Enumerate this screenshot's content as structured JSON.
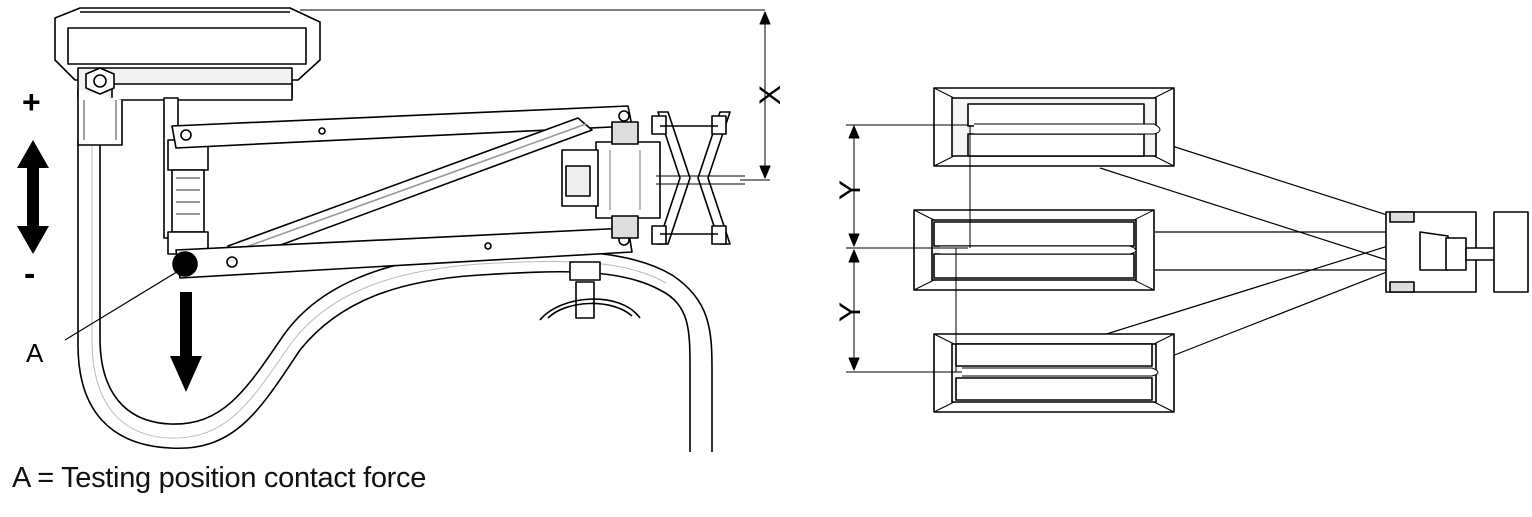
{
  "labels": {
    "plus": "+",
    "minus": "-",
    "point_a": "A",
    "dim_x": "X",
    "dim_y_upper": "Y",
    "dim_y_lower": "Y"
  },
  "caption": "A = Testing position contact force",
  "colors": {
    "line": "#000000",
    "fill": "#ffffff",
    "shade": "#e6e6e6"
  }
}
